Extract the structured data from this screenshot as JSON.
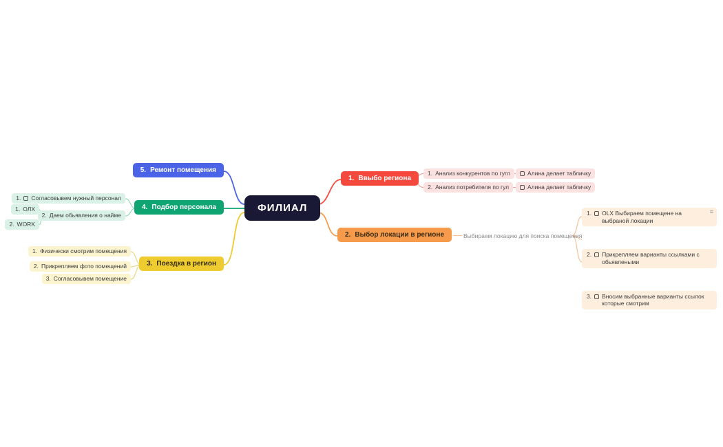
{
  "central": {
    "title": "ФИЛИАЛ"
  },
  "icons": {
    "notes_glyph": "≡"
  },
  "palette": {
    "central_bg": "#191935",
    "region": "#f4493c",
    "location": "#f59b4b",
    "trip": "#eecb2f",
    "staff": "#0ea573",
    "renovation": "#4b63e6",
    "region_light": "#fbe2e0",
    "location_light": "#fdeedd",
    "trip_light": "#fbf4cf",
    "staff_light": "#d9f1e6"
  },
  "branches": {
    "region": {
      "num": "1.",
      "label": "Ввыбо региона",
      "children": [
        {
          "num": "1.",
          "label": "Анализ конкурентов по гугл",
          "task": {
            "label": "Алина делает табличку",
            "checked": false
          }
        },
        {
          "num": "2.",
          "label": "Анализ потребителя по гул",
          "task": {
            "label": "Алина делает табличку",
            "checked": false
          }
        }
      ]
    },
    "location": {
      "num": "2.",
      "label": "Выбор локации в регионе",
      "note": "Выбираем локацию для поиска помещения",
      "items": [
        {
          "num": "1.",
          "label": "OLX Выбираем помещене на выбраной локации",
          "has_notes": true,
          "checked": false
        },
        {
          "num": "2.",
          "label": "Прикрепляем варианты ссылками с обьявлеными",
          "checked": false
        },
        {
          "num": "3.",
          "label": "Вносим выбранные варианты ссылок которые смотрим",
          "checked": false
        }
      ]
    },
    "trip": {
      "num": "3.",
      "label": "Поездка в регион",
      "children": [
        {
          "num": "1.",
          "label": "Физически смотрим помещения"
        },
        {
          "num": "2.",
          "label": "Прикрепляем фото помещений"
        },
        {
          "num": "3.",
          "label": "Согласовывем помещение"
        }
      ]
    },
    "staff": {
      "num": "4.",
      "label": "Подбор персонала",
      "children": [
        {
          "num": "1.",
          "label": "Согласовывем нужный персонал",
          "checked": false
        },
        {
          "num": "2.",
          "label": "Даем обьявления о найме",
          "children": [
            {
              "num": "1.",
              "label": "ОЛХ"
            },
            {
              "num": "2.",
              "label": "WORK"
            }
          ]
        }
      ]
    },
    "renovation": {
      "num": "5.",
      "label": "Ремонт помещения"
    }
  }
}
